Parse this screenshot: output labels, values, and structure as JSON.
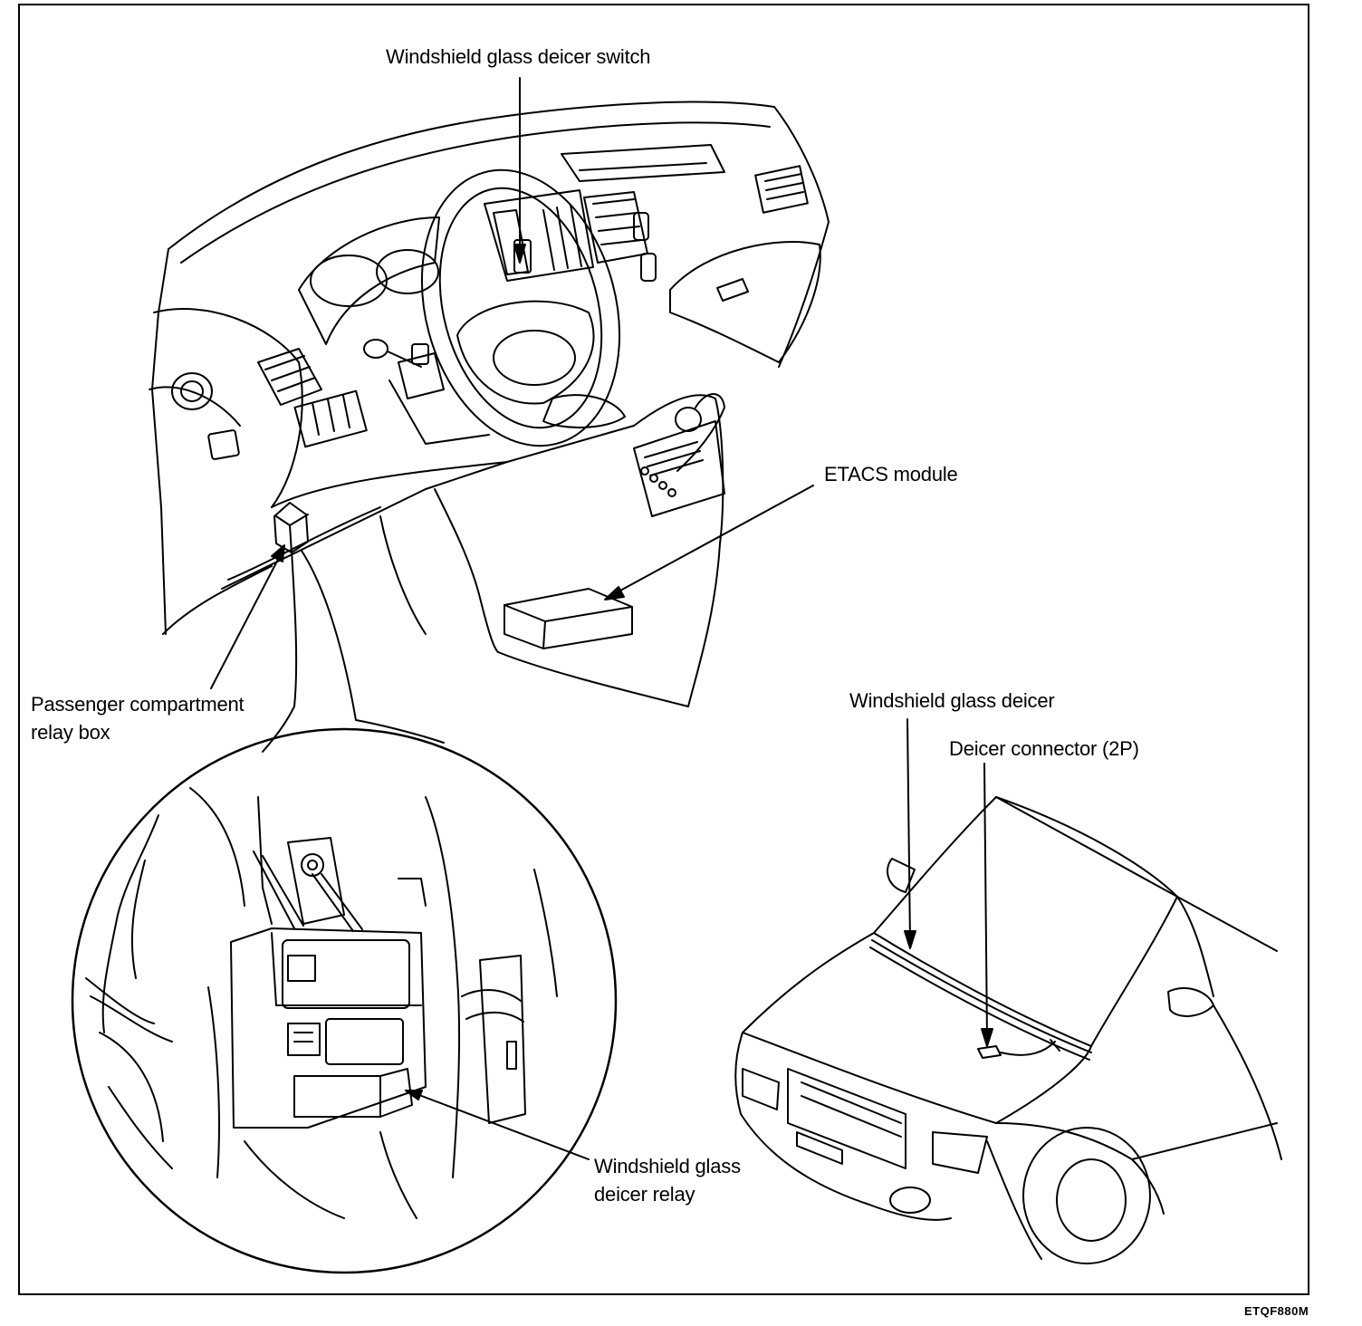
{
  "labels": {
    "deicer_switch": "Windshield glass deicer switch",
    "etacs_module": "ETACS module",
    "relay_box_line1": "Passenger compartment",
    "relay_box_line2": "relay box",
    "deicer": "Windshield glass deicer",
    "deicer_connector": "Deicer connector (2P)",
    "deicer_relay_line1": "Windshield glass",
    "deicer_relay_line2": "deicer relay"
  },
  "figure_code": "ETQF880M"
}
